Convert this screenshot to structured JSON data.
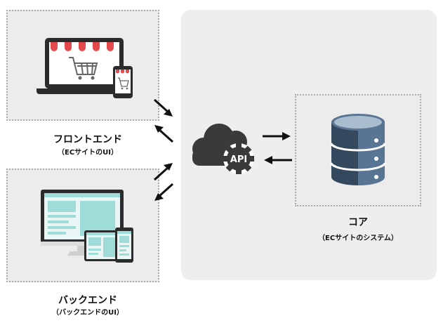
{
  "frontend": {
    "title": "フロントエンド",
    "subtitle": "（ECサイトのUI）"
  },
  "backend": {
    "title": "バックエンド",
    "subtitle": "（バックエンドのUI）"
  },
  "core": {
    "title": "コア",
    "subtitle": "（ECサイトのシステム）"
  },
  "api": {
    "badge": "API"
  },
  "colors": {
    "panel": "#eeeeee",
    "box": "#ececec",
    "box_border": "#aaaaaa",
    "db_dark": "#34495e",
    "db_light": "#587593",
    "cloud": "#3a3a3a",
    "awning_red": "#e5484d",
    "teal": "#9fdcd8"
  },
  "icons": [
    "laptop-cart-icon",
    "phone-cart-icon",
    "monitor-dashboard-icon",
    "cloud-api-icon",
    "database-icon"
  ]
}
